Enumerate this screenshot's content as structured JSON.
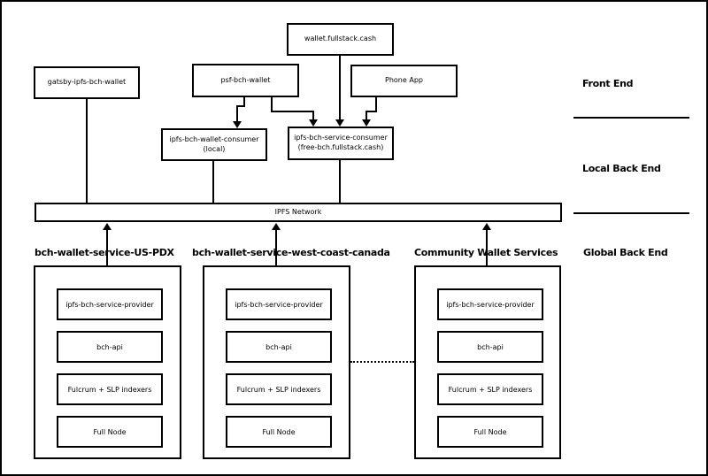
{
  "nodes": {
    "wallet_fullstack": "wallet.fullstack.cash",
    "gatsby": "gatsby-ipfs-bch-wallet",
    "psf": "psf-bch-wallet",
    "phone": "Phone App",
    "wallet_consumer": [
      "ipfs-bch-wallet-consumer",
      "(local)"
    ],
    "service_consumer": [
      "ipfs-bch-service-consumer",
      "(free-bch.fullstack.cash)"
    ],
    "ipfs_network": "IPFS Network"
  },
  "section_labels": {
    "front_end": "Front End",
    "local_back_end": "Local Back End",
    "global_back_end": "Global Back End"
  },
  "groups": [
    {
      "title": "bch-wallet-service-US-PDX",
      "boxes": [
        "ipfs-bch-service-provider",
        "bch-api",
        "Fulcrum + SLP indexers",
        "Full Node"
      ]
    },
    {
      "title": "bch-wallet-service-west-coast-canada",
      "boxes": [
        "ipfs-bch-service-provider",
        "bch-api",
        "Fulcrum + SLP indexers",
        "Full Node"
      ]
    },
    {
      "title": "Community Wallet Services",
      "boxes": [
        "ipfs-bch-service-provider",
        "bch-api",
        "Fulcrum + SLP indexers",
        "Full Node"
      ]
    }
  ],
  "colors": {
    "line": "#000000",
    "background": "#ffffff"
  }
}
